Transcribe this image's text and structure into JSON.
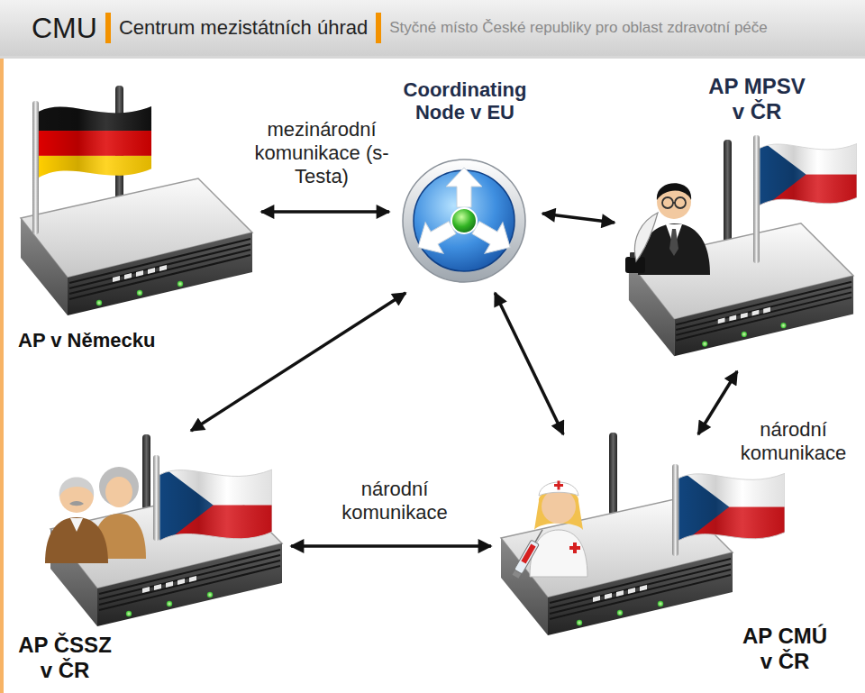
{
  "diagram": {
    "title": "CMU",
    "nodes": [
      {
        "text": [
          "AP v Německu"
        ]
      },
      {
        "text": [
          "Coordinating Node v EU"
        ]
      },
      {
        "text": [
          "AP MPSV v ČR"
        ]
      },
      {
        "text": [
          "AP ČSSZ v ČR"
        ]
      },
      {
        "text": [
          "AP CMÚ v ČR"
        ]
      }
    ],
    "edges": [
      {
        "from": 0,
        "to": 1,
        "arrow": "both",
        "label": "mezinárodní komunikace (s-Testa)"
      },
      {
        "from": 1,
        "to": 2,
        "arrow": "both"
      },
      {
        "from": 1,
        "to": 3,
        "arrow": "both"
      },
      {
        "from": 1,
        "to": 4,
        "arrow": "both"
      },
      {
        "from": 3,
        "to": 4,
        "arrow": "both",
        "label": "národní komunikace"
      },
      {
        "from": 2,
        "to": 4,
        "arrow": "both",
        "label": "národní komunikace"
      }
    ],
    "labels": [
      "Centrum mezistátních úhrad",
      "Styčné místo České republiky pro oblast zdravotní péče"
    ]
  }
}
